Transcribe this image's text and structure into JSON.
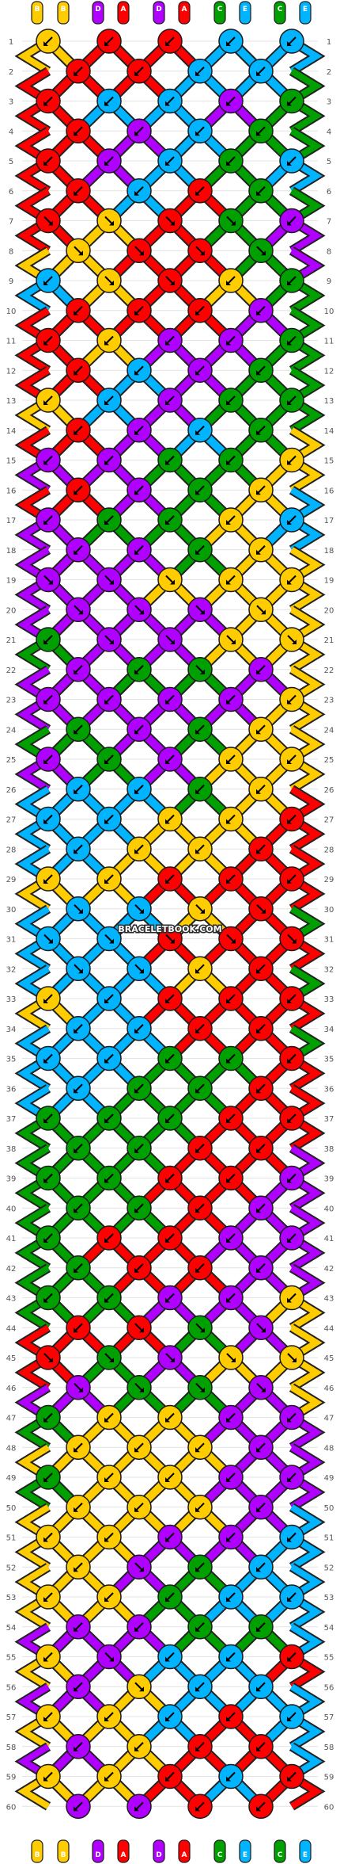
{
  "watermark": "BRACELETBOOK.COM",
  "colors": {
    "A": "#ff0000",
    "B": "#ffcc00",
    "C": "#00a000",
    "D": "#b000ff",
    "E": "#00b4ff"
  },
  "strands_top": [
    "B",
    "B",
    "D",
    "A",
    "D",
    "A",
    "C",
    "E",
    "C",
    "E"
  ],
  "strands_bottom": [
    "B",
    "B",
    "D",
    "A",
    "D",
    "A",
    "C",
    "E",
    "C",
    "E"
  ],
  "row_count": 60,
  "row_numbers": [
    1,
    2,
    3,
    4,
    5,
    6,
    7,
    8,
    9,
    10,
    11,
    12,
    13,
    14,
    15,
    16,
    17,
    18,
    19,
    20,
    21,
    22,
    23,
    24,
    25,
    26,
    27,
    28,
    29,
    30,
    31,
    32,
    33,
    34,
    35,
    36,
    37,
    38,
    39,
    40,
    41,
    42,
    43,
    44,
    45,
    46,
    47,
    48,
    49,
    50,
    51,
    52,
    53,
    54,
    55,
    56,
    57,
    58,
    59,
    60
  ],
  "knot_rows": [
    "BAAEE",
    "AAEEC",
    "AEEDC",
    "ADECC",
    "ADECE",
    "AEACC",
    "ABACD",
    "BAACD",
    "EBABC",
    "AAADC",
    "ABDDC",
    "AEDCC",
    "BEDCC",
    "ADECB",
    "DDCCB",
    "ADCBE",
    "DCCBE",
    "DDCBB",
    "DDBBB",
    "DDDBB",
    "CDDBB",
    "DCCDB",
    "DDDDB",
    "CDCBB",
    "DCDBB",
    "EECBA",
    "EEBBA",
    "EBBAA",
    "BBAAA",
    "EEBAC",
    "EEAAA",
    "EEBAC",
    "BEAAA",
    "EEAAC",
    "EECCA",
    "ECCAA",
    "CCCAA",
    "CCAAD",
    "CCAAD",
    "CCADD",
    "CAADD",
    "CAADD",
    "CCDDB",
    "AACDB",
    "ACDBB",
    "DCCDB",
    "CBBDD",
    "BBBDD",
    "CBBDD",
    "BBBDE",
    "BBDDE",
    "BDCEE",
    "BBCEE",
    "DDCCE",
    "BDEEA",
    "DBEEE",
    "BBEAE",
    "DBAAE",
    "BBAEA",
    "DDAAA"
  ],
  "knot_dirs": [
    "LLLLL",
    "LLLLL",
    "LLLLL",
    "LLLLL",
    "LLLLL",
    "LLLLL",
    "RRRRL",
    "RRRRL",
    "LRRLL",
    "LLLLL",
    "LLLLL",
    "LLLLL",
    "LLLLL",
    "LLLLL",
    "LLLLL",
    "LLLLL",
    "LLLLL",
    "LLLLL",
    "RRRLL",
    "RRRRR",
    "LRRRR",
    "LLRLL",
    "LLLLL",
    "LLLLL",
    "LLLLL",
    "LLLLL",
    "LLLLL",
    "LLLLL",
    "LLLLL",
    "RRRRR",
    "RRRRR",
    "RRLLL",
    "LLLLL",
    "LLLLL",
    "LLLLL",
    "LLLLL",
    "LLLLL",
    "LLLLL",
    "LLLLL",
    "LLLLL",
    "LLLLL",
    "LLLLL",
    "LLLLL",
    "LRRRL",
    "RRRRR",
    "RRRRR",
    "LLLLL",
    "LLLLL",
    "LLLLL",
    "LLLLL",
    "LLLLL",
    "LRLLL",
    "LLLLL",
    "LLLLL",
    "LRLLL",
    "LRLLL",
    "LLLLL",
    "LLLLL",
    "LLLLL",
    "LLLLL"
  ]
}
